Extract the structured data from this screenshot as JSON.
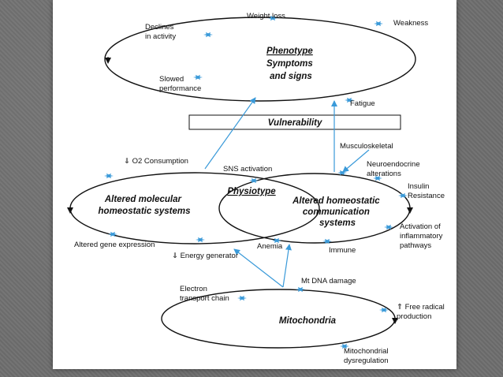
{
  "cycles": {
    "phenotype": [
      "Phenotype",
      "Symptoms",
      "and signs"
    ],
    "molecular": [
      "Altered molecular",
      "homeostatic systems"
    ],
    "communication": [
      "Altered homeostatic",
      "communication",
      "systems"
    ],
    "physiotype": "Physiotype",
    "mitochondria": "Mitochondria"
  },
  "vulnerability": "Vulnerability",
  "labels": {
    "declines": [
      "Declines",
      "in activity"
    ],
    "weight_loss": "Weight loss",
    "weakness": "Weakness",
    "slowed": [
      "Slowed",
      "performance"
    ],
    "fatigue": "Fatigue",
    "musculoskeletal": "Musculoskeletal",
    "o2": "⇓ O2 Consumption",
    "sns": "SNS activation",
    "neuroendocrine": [
      "Neuroendocrine",
      "alterations"
    ],
    "insulin": [
      "Insulin",
      "Resistance"
    ],
    "inflammatory": [
      "Activation of",
      "inflammatory",
      "pathways"
    ],
    "gene_expression": "Altered gene expression",
    "anemia": "Anemia",
    "immune": "Immune",
    "energy": "⇓ Energy generator",
    "electron": [
      "Electron",
      "transport chain"
    ],
    "mtdna": "Mt DNA damage",
    "free_radical": [
      "⇑ Free radical",
      "production"
    ],
    "dysregulation": [
      "Mitochondrial",
      "dysregulation"
    ]
  },
  "colors": {
    "accent": "#3a9ad9",
    "line": "#111111"
  }
}
